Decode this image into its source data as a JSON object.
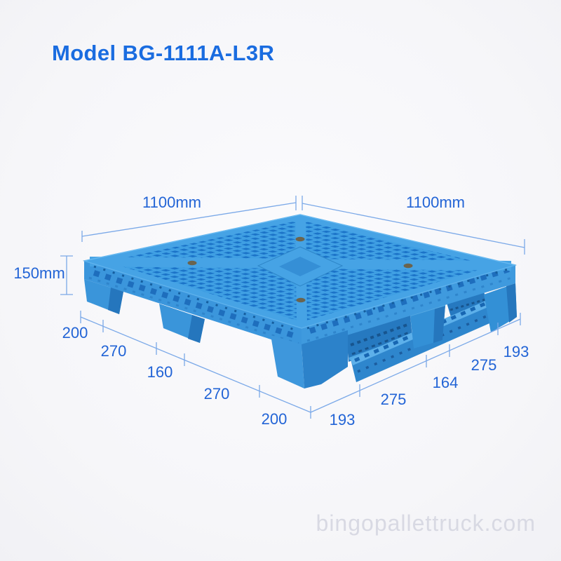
{
  "header": {
    "model_label": "Model BG-1111A-L3R"
  },
  "diagram": {
    "top_width_label": "1100mm",
    "top_depth_label": "1100mm",
    "height_label": "150mm",
    "bottom_left_segment_labels": [
      "200",
      "270",
      "160",
      "270",
      "200"
    ],
    "bottom_right_segment_labels": [
      "193",
      "275",
      "164",
      "275",
      "193"
    ]
  },
  "watermark": {
    "text": "bingopallettruck.com"
  },
  "colors": {
    "title_blue": "#1a6ce0",
    "dimension_text_blue": "#2264d6",
    "dimension_line_blue": "#7ba9e8",
    "pallet_main_blue": "#3f9fe3",
    "pallet_rim_blue": "#46a3e5",
    "pallet_hole_blue": "#1b73c8",
    "pallet_shadow_blue": "#2576bd",
    "runner_light_blue": "#5db0ea",
    "plug_brown": "#6f5d3d",
    "watermark_gray": "#d8d9e3",
    "background": "#f6f6f9"
  }
}
